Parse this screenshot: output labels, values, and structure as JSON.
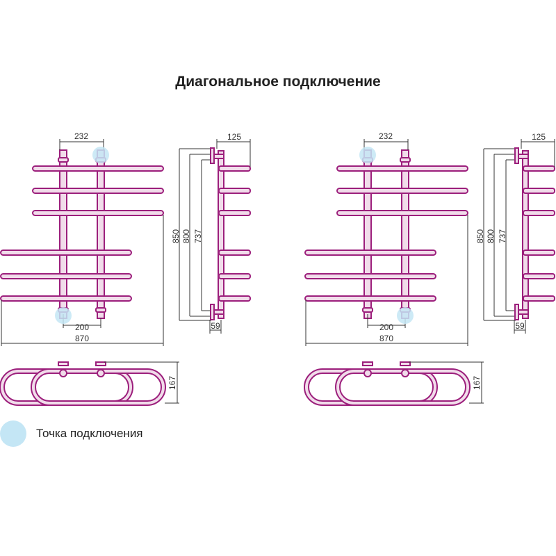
{
  "title": "Диагональное подключение",
  "legend": {
    "label": "Точка подключения"
  },
  "colors": {
    "pipe": "#9c1f7c",
    "pipe_fill": "#f1dcea",
    "connection_point": "#c4e6f5"
  },
  "dimensions": {
    "top_spacing": "232",
    "bottom_spacing": "200",
    "width": "870",
    "height_total": "850",
    "height_mid": "800",
    "height_inner": "737",
    "depth": "125",
    "wall_offset": "59",
    "top_view_depth": "167"
  }
}
